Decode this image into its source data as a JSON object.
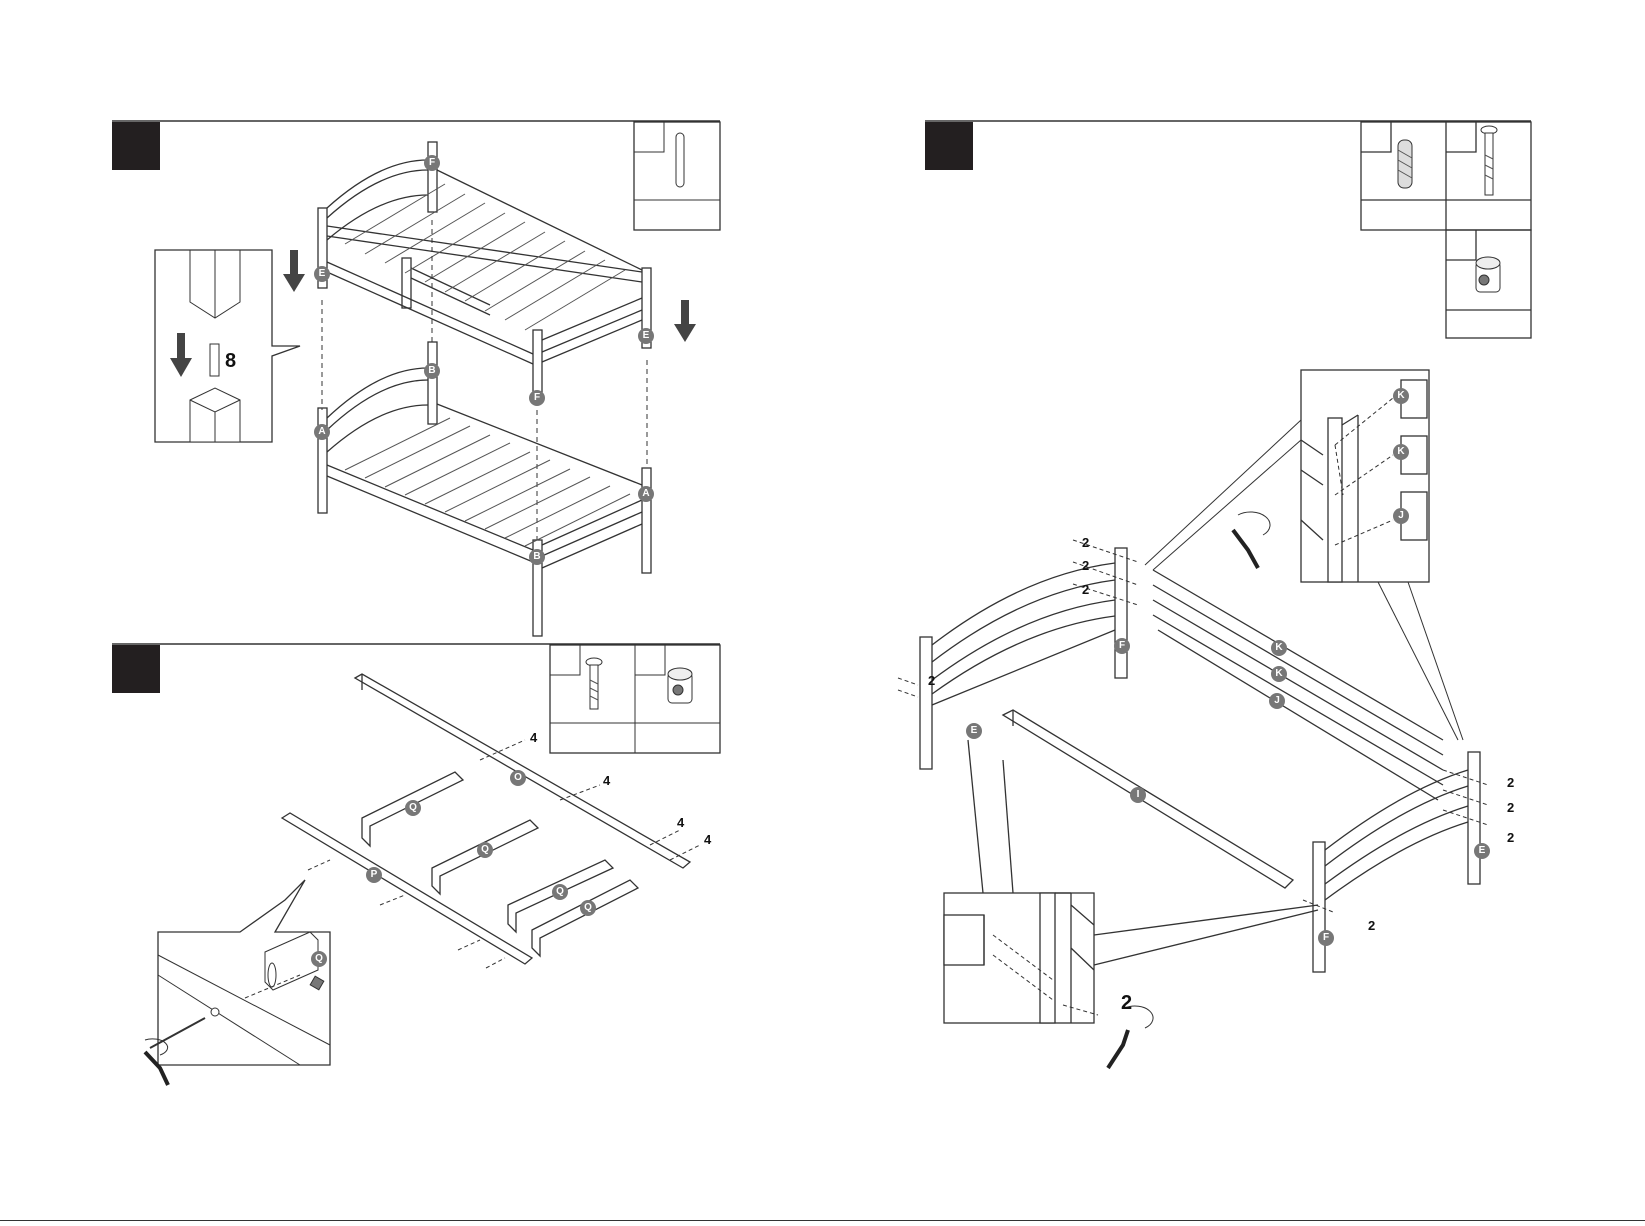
{
  "steps": {
    "step_a": {
      "inset_quantity": "8",
      "labels": [
        "F",
        "E",
        "E",
        "B",
        "F",
        "A",
        "A",
        "B"
      ]
    },
    "step_b": {
      "labels": [
        "O",
        "Q",
        "Q",
        "Q",
        "Q",
        "P",
        "Q"
      ],
      "quantities": [
        "4",
        "4",
        "4",
        "4"
      ]
    },
    "step_c": {
      "labels": [
        "K",
        "K",
        "J",
        "K",
        "K",
        "J",
        "I",
        "F",
        "E",
        "E",
        "F"
      ],
      "quantities": [
        "2",
        "2",
        "2",
        "2",
        "2",
        "2",
        "2",
        "2"
      ],
      "inset_quantity": "2"
    }
  },
  "colors": {
    "step_box": "#231f20",
    "label_bg": "#777777",
    "line": "#333333"
  },
  "icons": [
    "dowel-icon",
    "bolt-icon",
    "barrel-nut-icon",
    "allen-key-icon",
    "down-arrow-icon"
  ]
}
